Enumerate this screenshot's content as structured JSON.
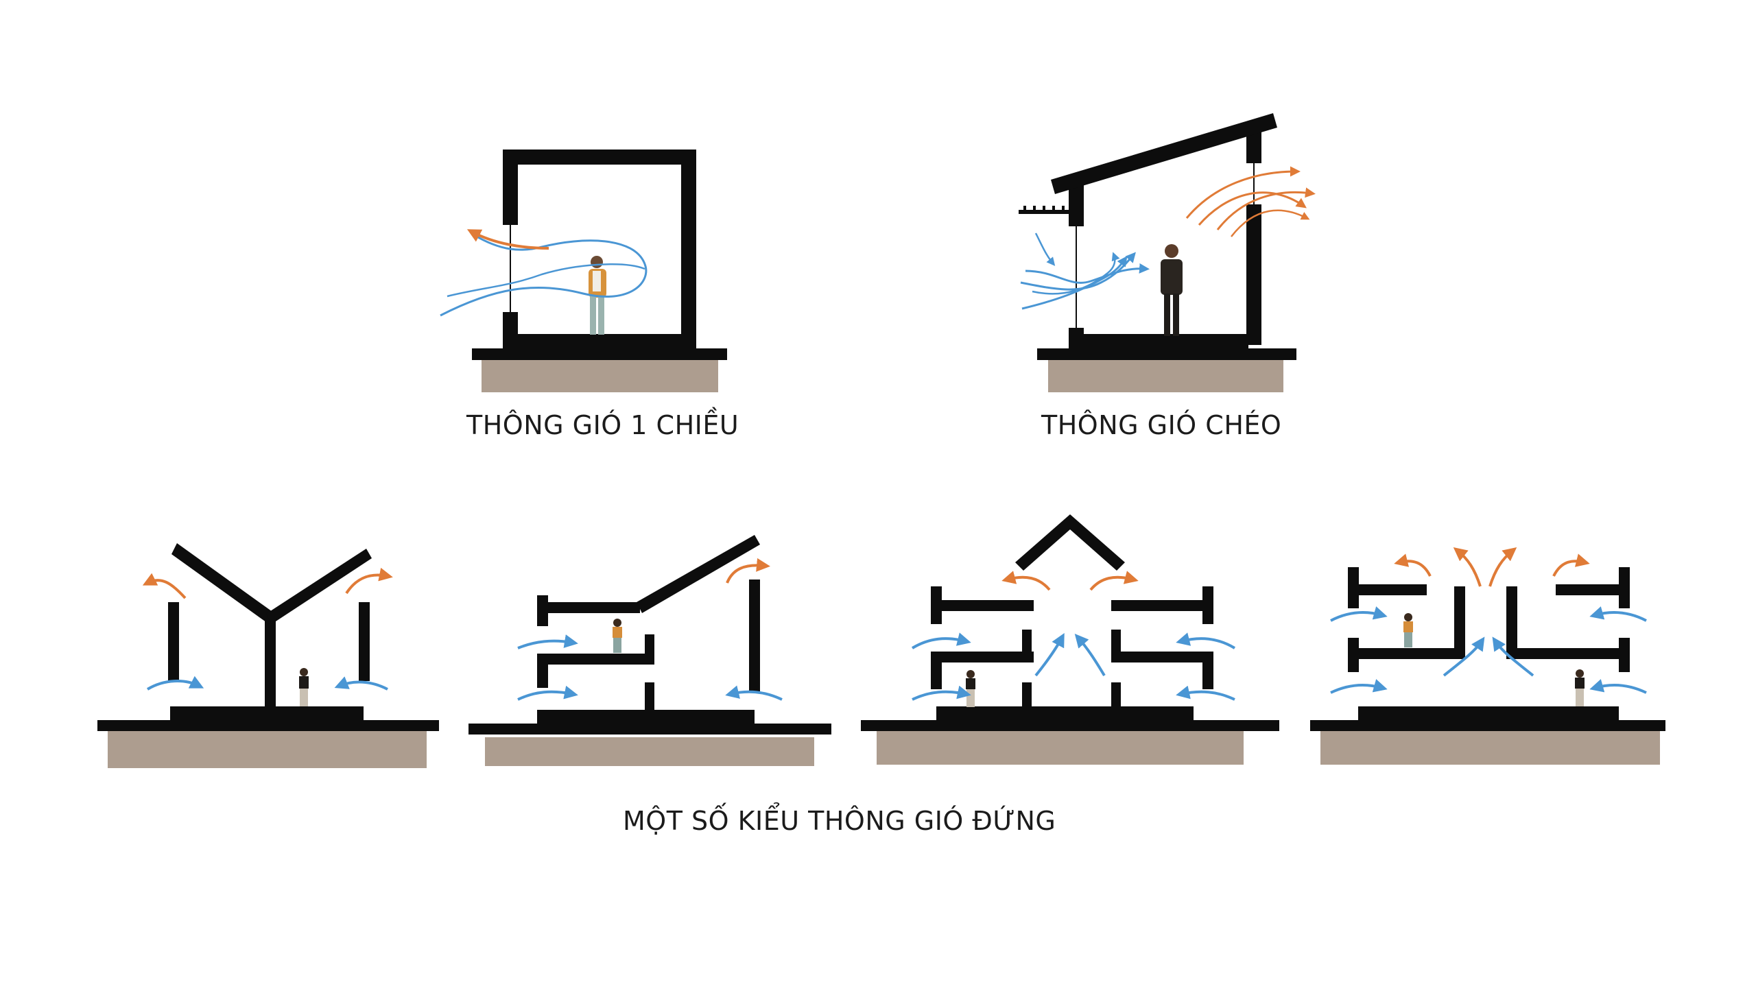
{
  "captions": {
    "single_sided": "THÔNG GIÓ 1 CHIỀU",
    "cross": "THÔNG GIÓ CHÉO",
    "stack": "MỘT SỐ KIỂU THÔNG GIÓ ĐỨNG"
  },
  "colors": {
    "wall": "#0d0d0d",
    "ground": "#ad9d8f",
    "airflow_in": "#4a96d4",
    "airflow_out": "#e07b37",
    "background": "#ffffff"
  }
}
